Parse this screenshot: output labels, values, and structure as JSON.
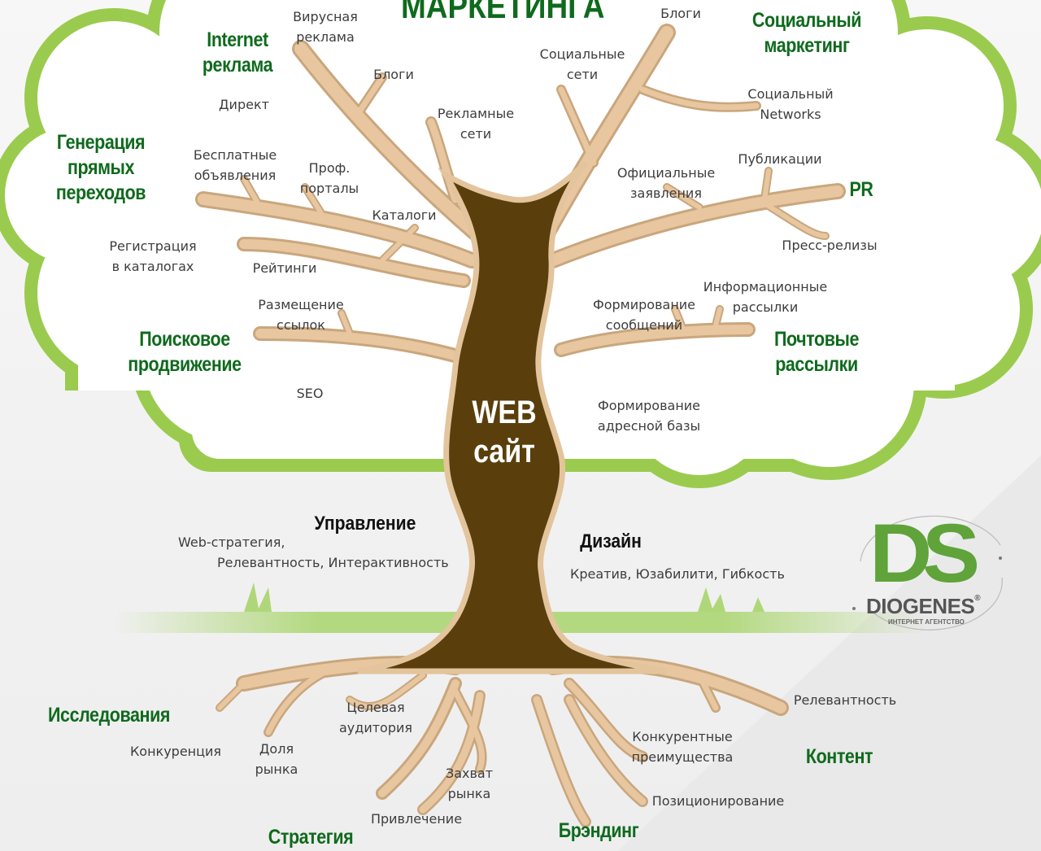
{
  "title": "МАРКЕТИНГА",
  "center": {
    "line1": "WEB",
    "line2": "сайт"
  },
  "groups": {
    "internet_ads": {
      "heading": [
        "Internet",
        "реклама"
      ],
      "items": {
        "viral": [
          "Вирусная",
          "реклама"
        ],
        "blogs": "Блоги",
        "direct": "Директ",
        "ad_networks": [
          "Рекламные",
          "сети"
        ]
      }
    },
    "social": {
      "heading": [
        "Социальный",
        "маркетинг"
      ],
      "items": {
        "blogs": "Блоги",
        "social_nets": [
          "Социальные",
          "сети"
        ],
        "social_networks": [
          "Социальный",
          "Networks"
        ]
      }
    },
    "direct_traffic": {
      "heading": [
        "Генерация",
        "прямых",
        "переходов"
      ],
      "items": {
        "free_ads": [
          "Бесплатные",
          "объявления"
        ],
        "prof_portals": [
          "Проф.",
          "порталы"
        ],
        "catalogs": "Каталоги",
        "catalog_reg": [
          "Регистрация",
          "в каталогах"
        ],
        "ratings": "Рейтинги"
      }
    },
    "pr": {
      "heading": "PR",
      "items": {
        "publications": "Публикации",
        "official": [
          "Официальные",
          "заявления"
        ],
        "press": "Пресс-релизы"
      }
    },
    "seo": {
      "heading": [
        "Поисковое",
        "продвижение"
      ],
      "items": {
        "links": [
          "Размещение",
          "ссылок"
        ],
        "seo": "SEO"
      }
    },
    "mail": {
      "heading": [
        "Почтовые",
        "рассылки"
      ],
      "items": {
        "newsletters": [
          "Информационные",
          "рассылки"
        ],
        "messages": [
          "Формирование",
          "сообщений"
        ],
        "address_base": [
          "Формирование",
          "адресной базы"
        ]
      }
    },
    "management": {
      "heading": "Управление",
      "items": [
        "Web-стратегия,",
        "Релевантность, Интерактивность"
      ]
    },
    "design": {
      "heading": "Дизайн",
      "items": "Креатив, Юзабилити, Гибкость"
    },
    "research": {
      "heading": "Исследования",
      "items": {
        "competition": "Конкуренция",
        "market_share": [
          "Доля",
          "рынка"
        ],
        "target": [
          "Целевая",
          "аудитория"
        ]
      }
    },
    "strategy": {
      "heading": "Стратегия",
      "items": {
        "capture": [
          "Захват",
          "рынка"
        ],
        "attraction": "Привлечение"
      }
    },
    "branding": {
      "heading": "Брэндинг",
      "items": {
        "advantages": [
          "Конкурентные",
          "преимущества"
        ],
        "positioning": "Позиционирование"
      }
    },
    "content": {
      "heading": "Контент",
      "items": {
        "relevance": "Релевантность"
      }
    }
  },
  "logo": {
    "mark": "DS",
    "name": "DIOGENES",
    "suffix": "®",
    "sub": "ИНТЕРНЕТ АГЕНТСТВО"
  },
  "colors": {
    "heading": "#0f6a1d",
    "trunk": "#5a3f0c",
    "branch": "#e5c39c",
    "crown_border": "#9acb4e",
    "logo_green": "#5fa33a"
  }
}
